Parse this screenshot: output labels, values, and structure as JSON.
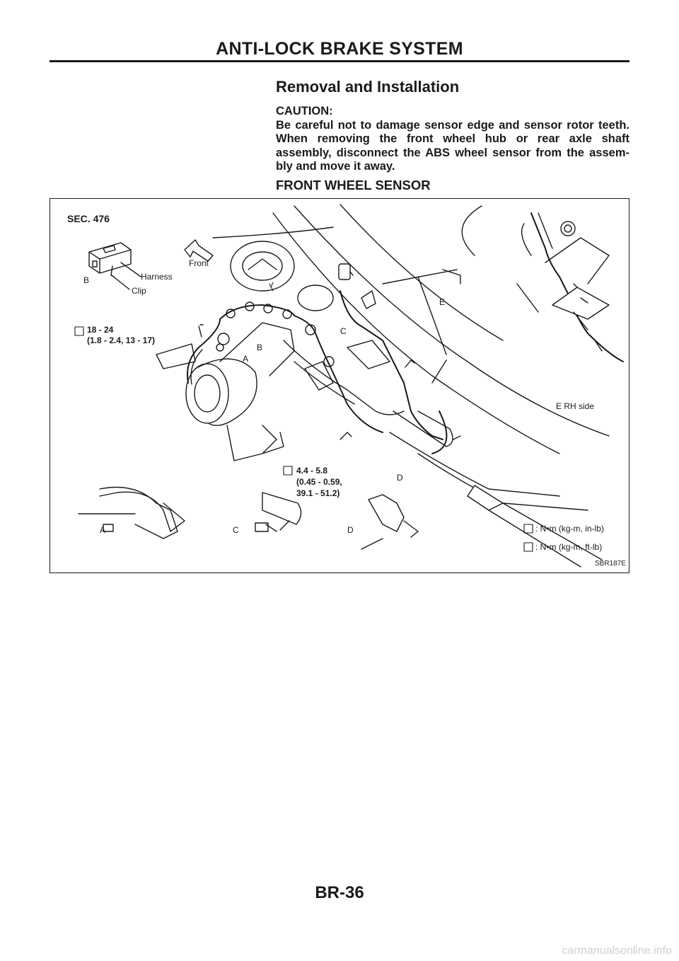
{
  "header": {
    "title": "ANTI-LOCK BRAKE SYSTEM"
  },
  "section": {
    "title": "Removal and Installation",
    "caution_label": "CAUTION:",
    "caution_lines": [
      "Be careful not to damage sensor edge and sensor rotor teeth.",
      "When removing the front wheel hub or rear axle shaft",
      "assembly, disconnect the ABS wheel sensor from the assem-",
      "bly and move it away."
    ]
  },
  "subsection": {
    "title": "FRONT WHEEL SENSOR"
  },
  "figure": {
    "sec": "SEC. 476",
    "front": "Front",
    "harness": "Harness",
    "clip": "Clip",
    "torque_upper": [
      "18 - 24",
      "(1.8 - 2.4, 13 - 17)"
    ],
    "torque_lower": [
      "4.4 - 5.8",
      "(0.45 - 0.59,",
      "39.1 - 51.2)"
    ],
    "labels": {
      "b_detail": "B",
      "a_diag": "A",
      "b_diag": "B",
      "c_diag": "C",
      "d_diag": "D",
      "e_diag": "E",
      "e_rh": "E RH side",
      "a_detail": "A",
      "c_detail": "C",
      "d_detail": "D"
    },
    "legend": [
      ": N•m (kg-m, in-lb)",
      ": N•m (kg-m, ft-lb)"
    ],
    "figure_code": "SBR187E"
  },
  "footer": {
    "page_number": "BR-36"
  },
  "watermark": "carmanualsonline.info"
}
